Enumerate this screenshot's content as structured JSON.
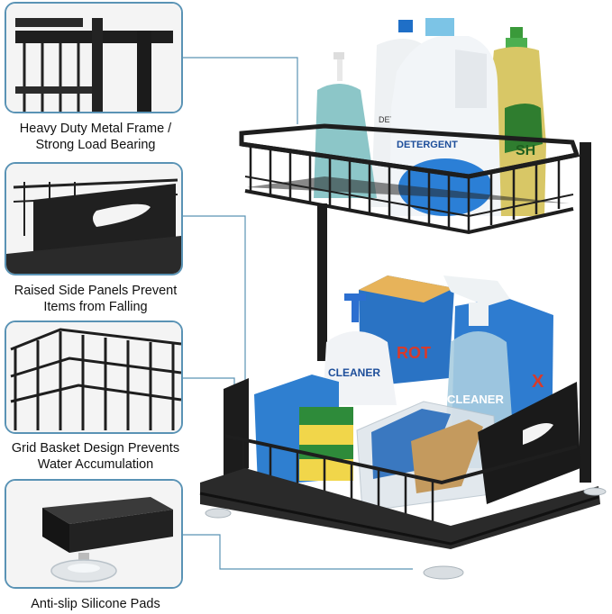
{
  "features": [
    {
      "line1": "Heavy Duty Metal Frame /",
      "line2": "Strong Load Bearing"
    },
    {
      "line1": "Raised Side Panels Prevent",
      "line2": "Items from Falling"
    },
    {
      "line1": "Grid Basket Design Prevents",
      "line2": "Water Accumulation"
    },
    {
      "line1": "Anti-slip Silicone Pads",
      "line2": ""
    }
  ],
  "labels": {
    "detergent": "DETERGENT",
    "cleaner_bottle": "CLEANER",
    "cleaner_spray": "CLEANER",
    "dish_bottle": "SH",
    "soap_small": "DET",
    "box_rot": "ROT",
    "box_x": "X"
  },
  "colors": {
    "accent": "#5a93b5",
    "frame": "#1e1e1e"
  }
}
